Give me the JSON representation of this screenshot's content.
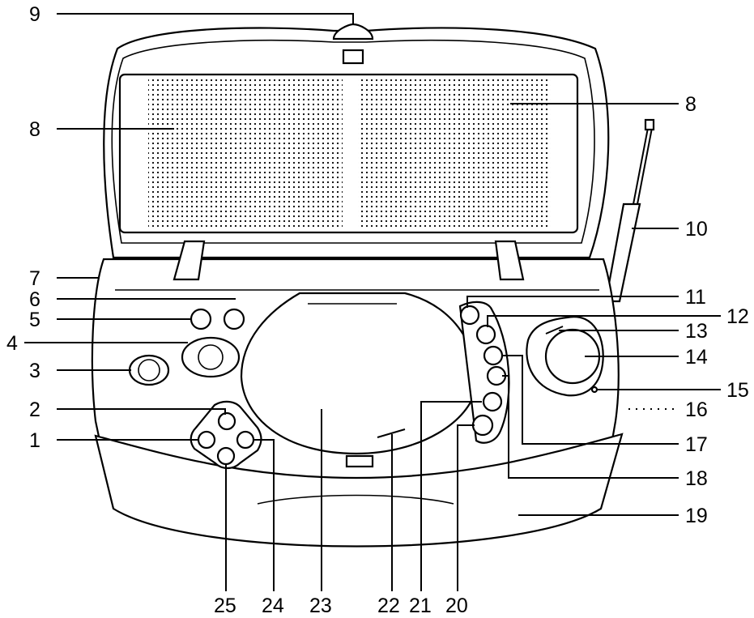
{
  "diagram": {
    "callouts": [
      {
        "id": "1",
        "label": "1"
      },
      {
        "id": "2",
        "label": "2"
      },
      {
        "id": "3",
        "label": "3"
      },
      {
        "id": "4",
        "label": "4"
      },
      {
        "id": "5",
        "label": "5"
      },
      {
        "id": "6",
        "label": "6"
      },
      {
        "id": "7",
        "label": "7"
      },
      {
        "id": "8a",
        "label": "8"
      },
      {
        "id": "8b",
        "label": "8"
      },
      {
        "id": "9",
        "label": "9"
      },
      {
        "id": "10",
        "label": "10"
      },
      {
        "id": "11",
        "label": "11"
      },
      {
        "id": "12",
        "label": "12"
      },
      {
        "id": "13",
        "label": "13"
      },
      {
        "id": "14",
        "label": "14"
      },
      {
        "id": "15",
        "label": "15"
      },
      {
        "id": "16",
        "label": "16"
      },
      {
        "id": "17",
        "label": "17"
      },
      {
        "id": "18",
        "label": "18"
      },
      {
        "id": "19",
        "label": "19"
      },
      {
        "id": "20",
        "label": "20"
      },
      {
        "id": "21",
        "label": "21"
      },
      {
        "id": "22",
        "label": "22"
      },
      {
        "id": "23",
        "label": "23"
      },
      {
        "id": "24",
        "label": "24"
      },
      {
        "id": "25",
        "label": "25"
      }
    ]
  }
}
